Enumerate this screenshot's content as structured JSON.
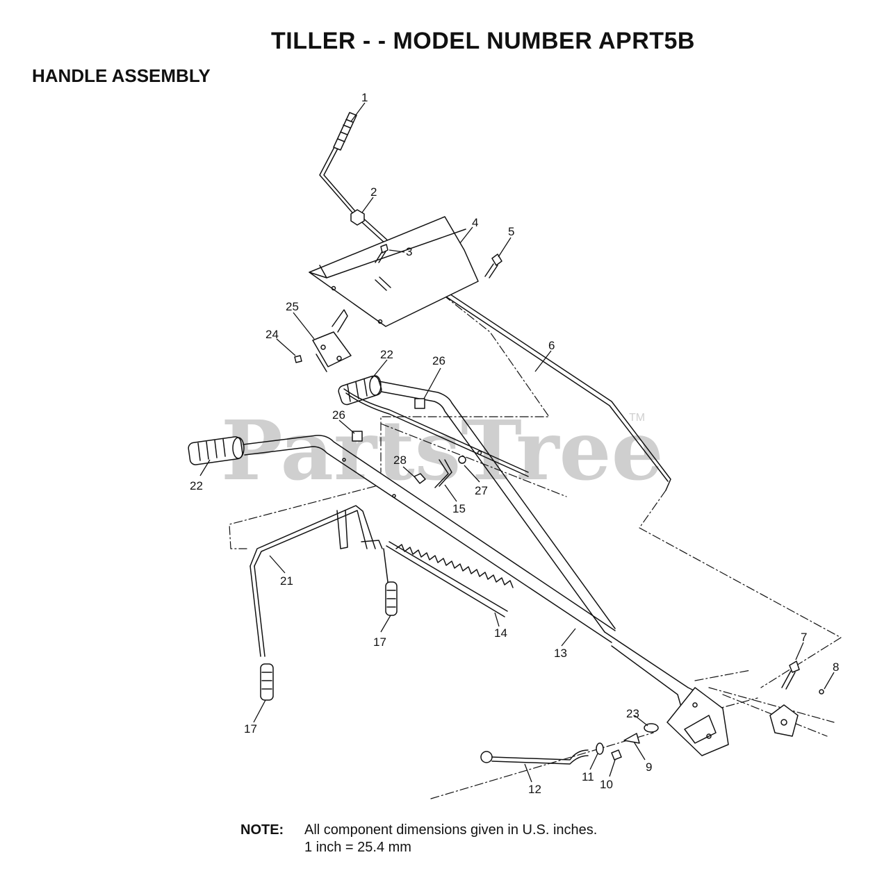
{
  "title": "TILLER - - MODEL NUMBER APRT5B",
  "section": "HANDLE ASSEMBLY",
  "watermark": {
    "text": "PartsTree",
    "trademark": "TM"
  },
  "callouts": [
    "1",
    "2",
    "3",
    "4",
    "5",
    "6",
    "7",
    "8",
    "9",
    "10",
    "11",
    "12",
    "13",
    "14",
    "15",
    "17",
    "17",
    "21",
    "22",
    "22",
    "23",
    "24",
    "25",
    "26",
    "26",
    "27",
    "28"
  ],
  "note": {
    "label": "NOTE:",
    "line1": "All component dimensions given in U.S. inches.",
    "line2": "1 inch = 25.4 mm"
  },
  "colors": {
    "ink": "#111111",
    "watermark": "#cfcfcf"
  }
}
